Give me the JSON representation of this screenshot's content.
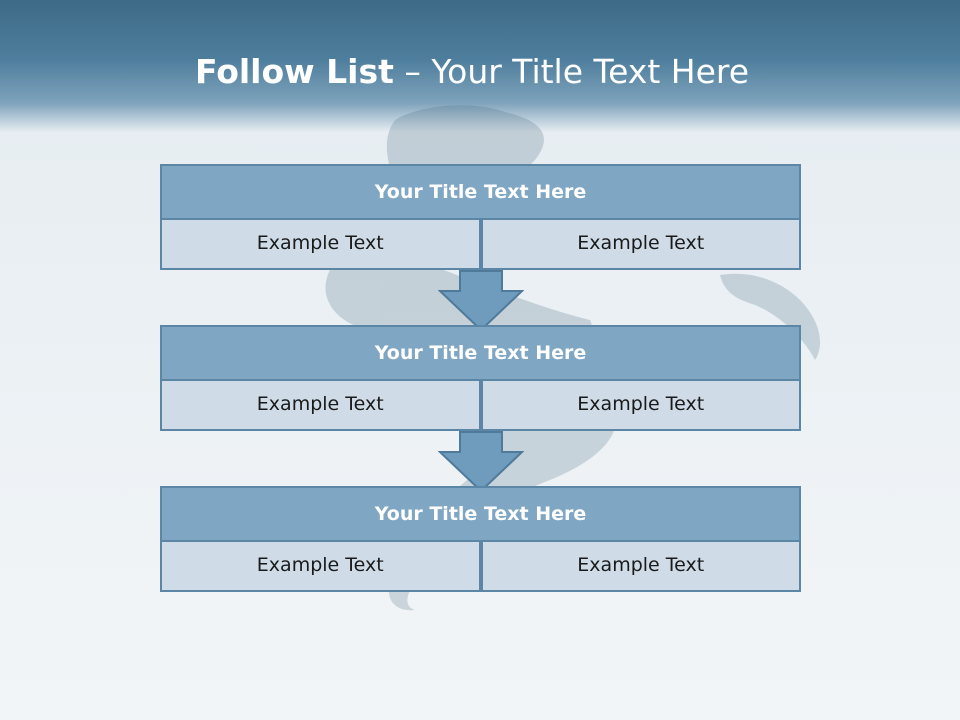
{
  "slide": {
    "title_bold": "Follow List",
    "title_rest": " – Your Title Text Here"
  },
  "steps": [
    {
      "title": "Your Title Text Here",
      "left": "Example Text",
      "right": "Example Text"
    },
    {
      "title": "Your Title Text Here",
      "left": "Example Text",
      "right": "Example Text"
    },
    {
      "title": "Your Title Text Here",
      "left": "Example Text",
      "right": "Example Text"
    }
  ],
  "colors": {
    "header": "#4e7e9d",
    "box_title_fill": "#7fa6c2",
    "box_cell_fill": "#cfdce7",
    "border": "#5b86a6",
    "arrow_fill": "#6f9cbd"
  }
}
